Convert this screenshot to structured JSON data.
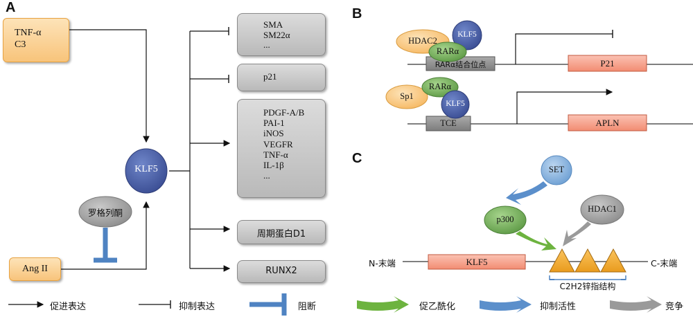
{
  "panels": {
    "a": "A",
    "b": "B",
    "c": "C"
  },
  "panel_a": {
    "tnf_box": [
      "TNF-α",
      "C3"
    ],
    "angii_box": "Ang II",
    "rosiglitazone": "罗格列酮",
    "klf5": "KLF5",
    "targets": [
      {
        "lines": [
          "SMA",
          "SM22α",
          "..."
        ],
        "effect": "inhibit"
      },
      {
        "lines": [
          "p21"
        ],
        "effect": "inhibit"
      },
      {
        "lines": [
          "PDGF-A/B",
          "PAI-1",
          "iNOS",
          "VEGFR",
          "TNF-α",
          "IL-1β",
          "..."
        ],
        "effect": "promote"
      },
      {
        "lines": [
          "周期蛋白D1"
        ],
        "effect": "promote"
      },
      {
        "lines": [
          "RUNX2"
        ],
        "effect": "promote"
      }
    ]
  },
  "panel_b": {
    "hdac2": "HDAC2",
    "klf5": "KLF5",
    "rara": "RARα",
    "rara_site": "RARα结合位点",
    "p21": "P21",
    "sp1": "Sp1",
    "tce": "TCE",
    "apln": "APLN"
  },
  "panel_c": {
    "set": "SET",
    "p300": "p300",
    "hdac1": "HDAC1",
    "n_term": "N-末端",
    "c_term": "C-末端",
    "klf5": "KLF5",
    "zinc_finger": "C2H2锌指结构"
  },
  "legend": {
    "promote": "促进表达",
    "inhibit": "抑制表达",
    "block": "阻断",
    "acetylation": "促乙酰化",
    "inhibit_activity": "抑制活性",
    "compete": "竞争"
  },
  "colors": {
    "orange_fill": "#f8c47b",
    "klf5_blue": "#4a5fa8",
    "gray_box": "#c4c4c4",
    "green": "#7bb661",
    "salmon": "#f59a84",
    "block_blue": "#4f83c2"
  }
}
